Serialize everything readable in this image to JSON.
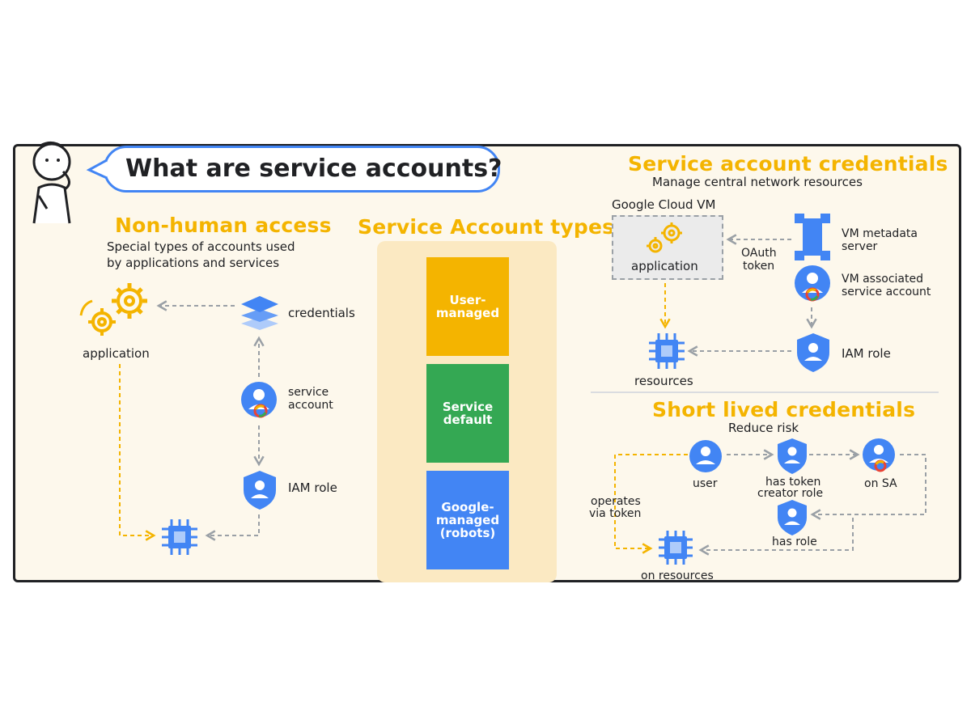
{
  "title": "What are service accounts?",
  "colors": {
    "accent_yellow": "#f4b400",
    "google_blue": "#4285f4",
    "google_green": "#34a853",
    "google_red": "#ea4335",
    "panel_bg": "#fdf8ec"
  },
  "non_human": {
    "heading": "Non-human access",
    "subtitle_line1": "Special types of accounts used",
    "subtitle_line2": "by applications and services",
    "application": "application",
    "credentials": "credentials",
    "service_account_line1": "service",
    "service_account_line2": "account",
    "iam_role": "IAM role"
  },
  "types": {
    "heading": "Service Account types",
    "items": [
      {
        "line1": "User-",
        "line2": "managed",
        "line3": "",
        "color": "#f4b400"
      },
      {
        "line1": "Service",
        "line2": "default",
        "line3": "",
        "color": "#34a853"
      },
      {
        "line1": "Google-",
        "line2": "managed",
        "line3": "(robots)",
        "color": "#4285f4"
      }
    ]
  },
  "credentials_section": {
    "heading": "Service account credentials",
    "subtitle": "Manage central network resources",
    "vm_label": "Google Cloud VM",
    "application": "application",
    "oauth_line1": "OAuth",
    "oauth_line2": "token",
    "metadata_line1": "VM metadata",
    "metadata_line2": "server",
    "associated_line1": "VM associated",
    "associated_line2": "service account",
    "iam_role": "IAM role",
    "resources": "resources"
  },
  "short_lived": {
    "heading": "Short lived credentials",
    "subtitle": "Reduce risk",
    "user": "user",
    "token_creator_line1": "has token",
    "token_creator_line2": "creator role",
    "on_sa": "on SA",
    "operates_line1": "operates",
    "operates_line2": "via token",
    "has_role": "has role",
    "on_resources": "on resources"
  },
  "icons": [
    "person-thinking-icon",
    "gears-icon",
    "layers-icon",
    "service-account-icon",
    "shield-user-icon",
    "chip-icon",
    "server-icon",
    "user-icon"
  ]
}
